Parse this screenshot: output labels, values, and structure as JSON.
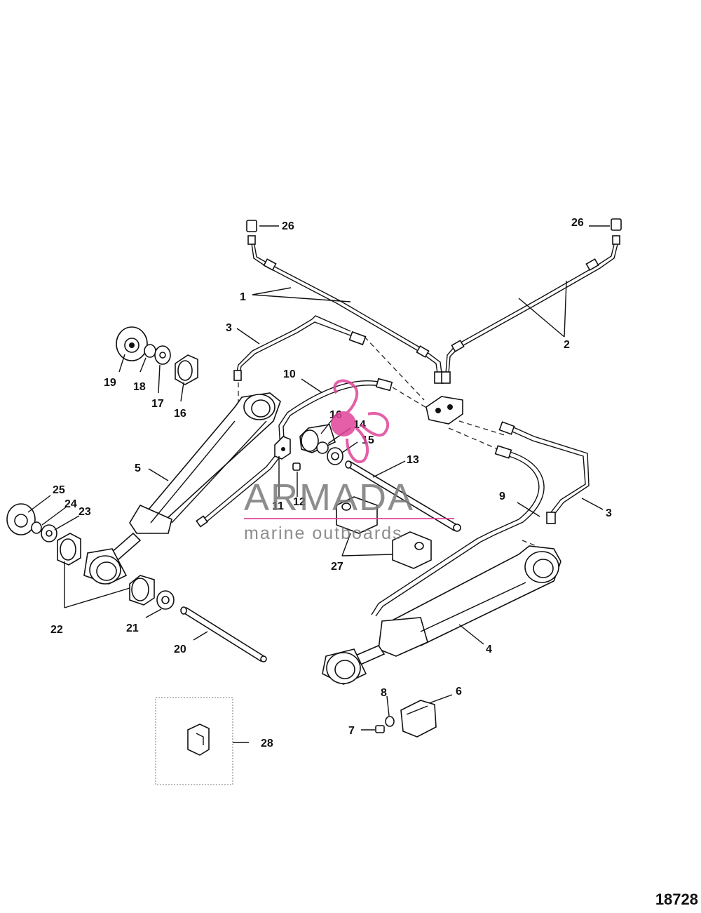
{
  "figure_number": "18728",
  "watermark": {
    "brand": "ARMADA",
    "tagline": "marine outboards",
    "colors": {
      "brand_text": "#7a7a7a",
      "logo": "#e0429a"
    }
  },
  "callouts": {
    "c1": "1",
    "c2": "2",
    "c3a": "3",
    "c3b": "3",
    "c4": "4",
    "c5": "5",
    "c6": "6",
    "c7": "7",
    "c8": "8",
    "c9": "9",
    "c10": "10",
    "c11": "11",
    "c12": "12",
    "c13": "13",
    "c14": "14",
    "c15": "15",
    "c16a": "16",
    "c16b": "16",
    "c17": "17",
    "c18": "18",
    "c19": "19",
    "c20": "20",
    "c21": "21",
    "c22": "22",
    "c23": "23",
    "c24": "24",
    "c25": "25",
    "c26a": "26",
    "c26b": "26",
    "c27": "27",
    "c28": "28"
  }
}
